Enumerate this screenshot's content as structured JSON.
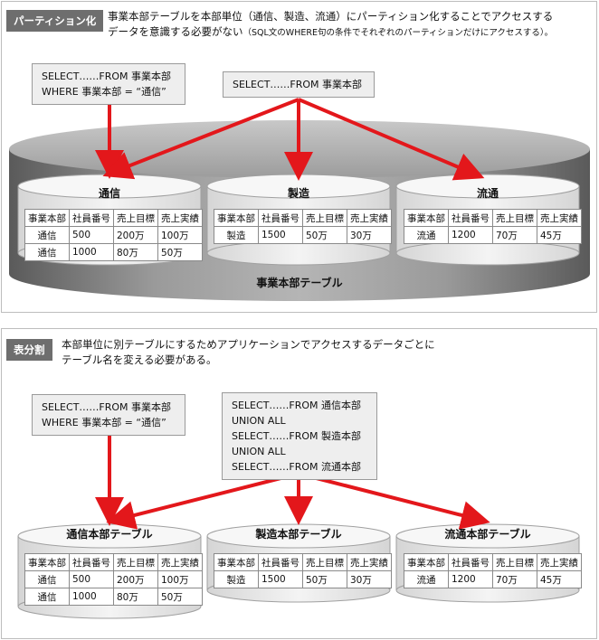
{
  "top": {
    "tag": "パーティション化",
    "desc_line1": "事業本部テーブルを本部単位（通信、製造、流通）にパーティション化することでアクセスする",
    "desc_line2": "データを意識する必要がない",
    "desc_line2_small": "（SQL文のWHERE句の条件でそれぞれのパーティションだけにアクセスする）。",
    "sql_left": [
      "SELECT……FROM 事業本部",
      "WHERE 事業本部 = “通信”"
    ],
    "sql_right": [
      "SELECT……FROM 事業本部"
    ],
    "big_table_label": "事業本部テーブル",
    "disks": [
      {
        "label": "通信"
      },
      {
        "label": "製造"
      },
      {
        "label": "流通"
      }
    ]
  },
  "bottom": {
    "tag": "表分割",
    "desc_line1": "本部単位に別テーブルにするためアプリケーションでアクセスするデータごとに",
    "desc_line2": "テーブル名を変える必要がある。",
    "sql_left": [
      "SELECT……FROM 事業本部",
      "WHERE 事業本部 = “通信”"
    ],
    "sql_right": [
      "SELECT……FROM 通信本部",
      "UNION ALL",
      "SELECT……FROM 製造本部",
      "UNION ALL",
      "SELECT……FROM 流通本部"
    ],
    "disks": [
      {
        "label": "通信本部テーブル"
      },
      {
        "label": "製造本部テーブル"
      },
      {
        "label": "流通本部テーブル"
      }
    ]
  },
  "table_headers": [
    "事業本部",
    "社員番号",
    "売上目標",
    "売上実績"
  ],
  "tables": [
    {
      "rows": [
        [
          "通信",
          "500",
          "200万",
          "100万"
        ],
        [
          "通信",
          "1000",
          "80万",
          "50万"
        ]
      ]
    },
    {
      "rows": [
        [
          "製造",
          "1500",
          "50万",
          "30万"
        ]
      ]
    },
    {
      "rows": [
        [
          "流通",
          "1200",
          "70万",
          "45万"
        ]
      ]
    }
  ],
  "colors": {
    "arrow": "#e3171b",
    "tag_bg": "#6e6e6e",
    "disk_fill": "#e9e9e9",
    "big_cylinder_dark": "#7a7a7a"
  }
}
